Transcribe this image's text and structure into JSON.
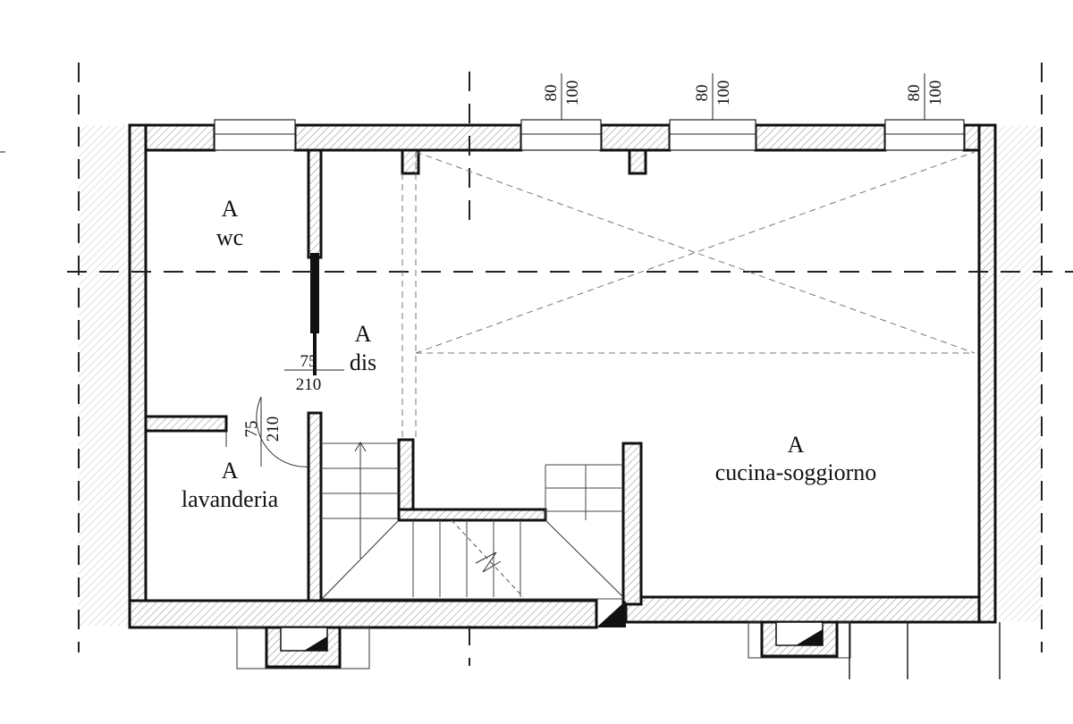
{
  "rooms": [
    {
      "id": "wc",
      "category": "A",
      "name": "wc"
    },
    {
      "id": "dis",
      "category": "A",
      "name": "dis"
    },
    {
      "id": "lavanderia",
      "category": "A",
      "name": "lavanderia"
    },
    {
      "id": "cucina",
      "category": "A",
      "name": "cucina-soggiorno"
    }
  ],
  "window_dims": [
    {
      "width": "80",
      "height": "100"
    },
    {
      "width": "80",
      "height": "100"
    },
    {
      "width": "80",
      "height": "100"
    }
  ],
  "door_dims": [
    {
      "width": "75",
      "height": "210"
    },
    {
      "width": "75",
      "height": "210"
    }
  ]
}
